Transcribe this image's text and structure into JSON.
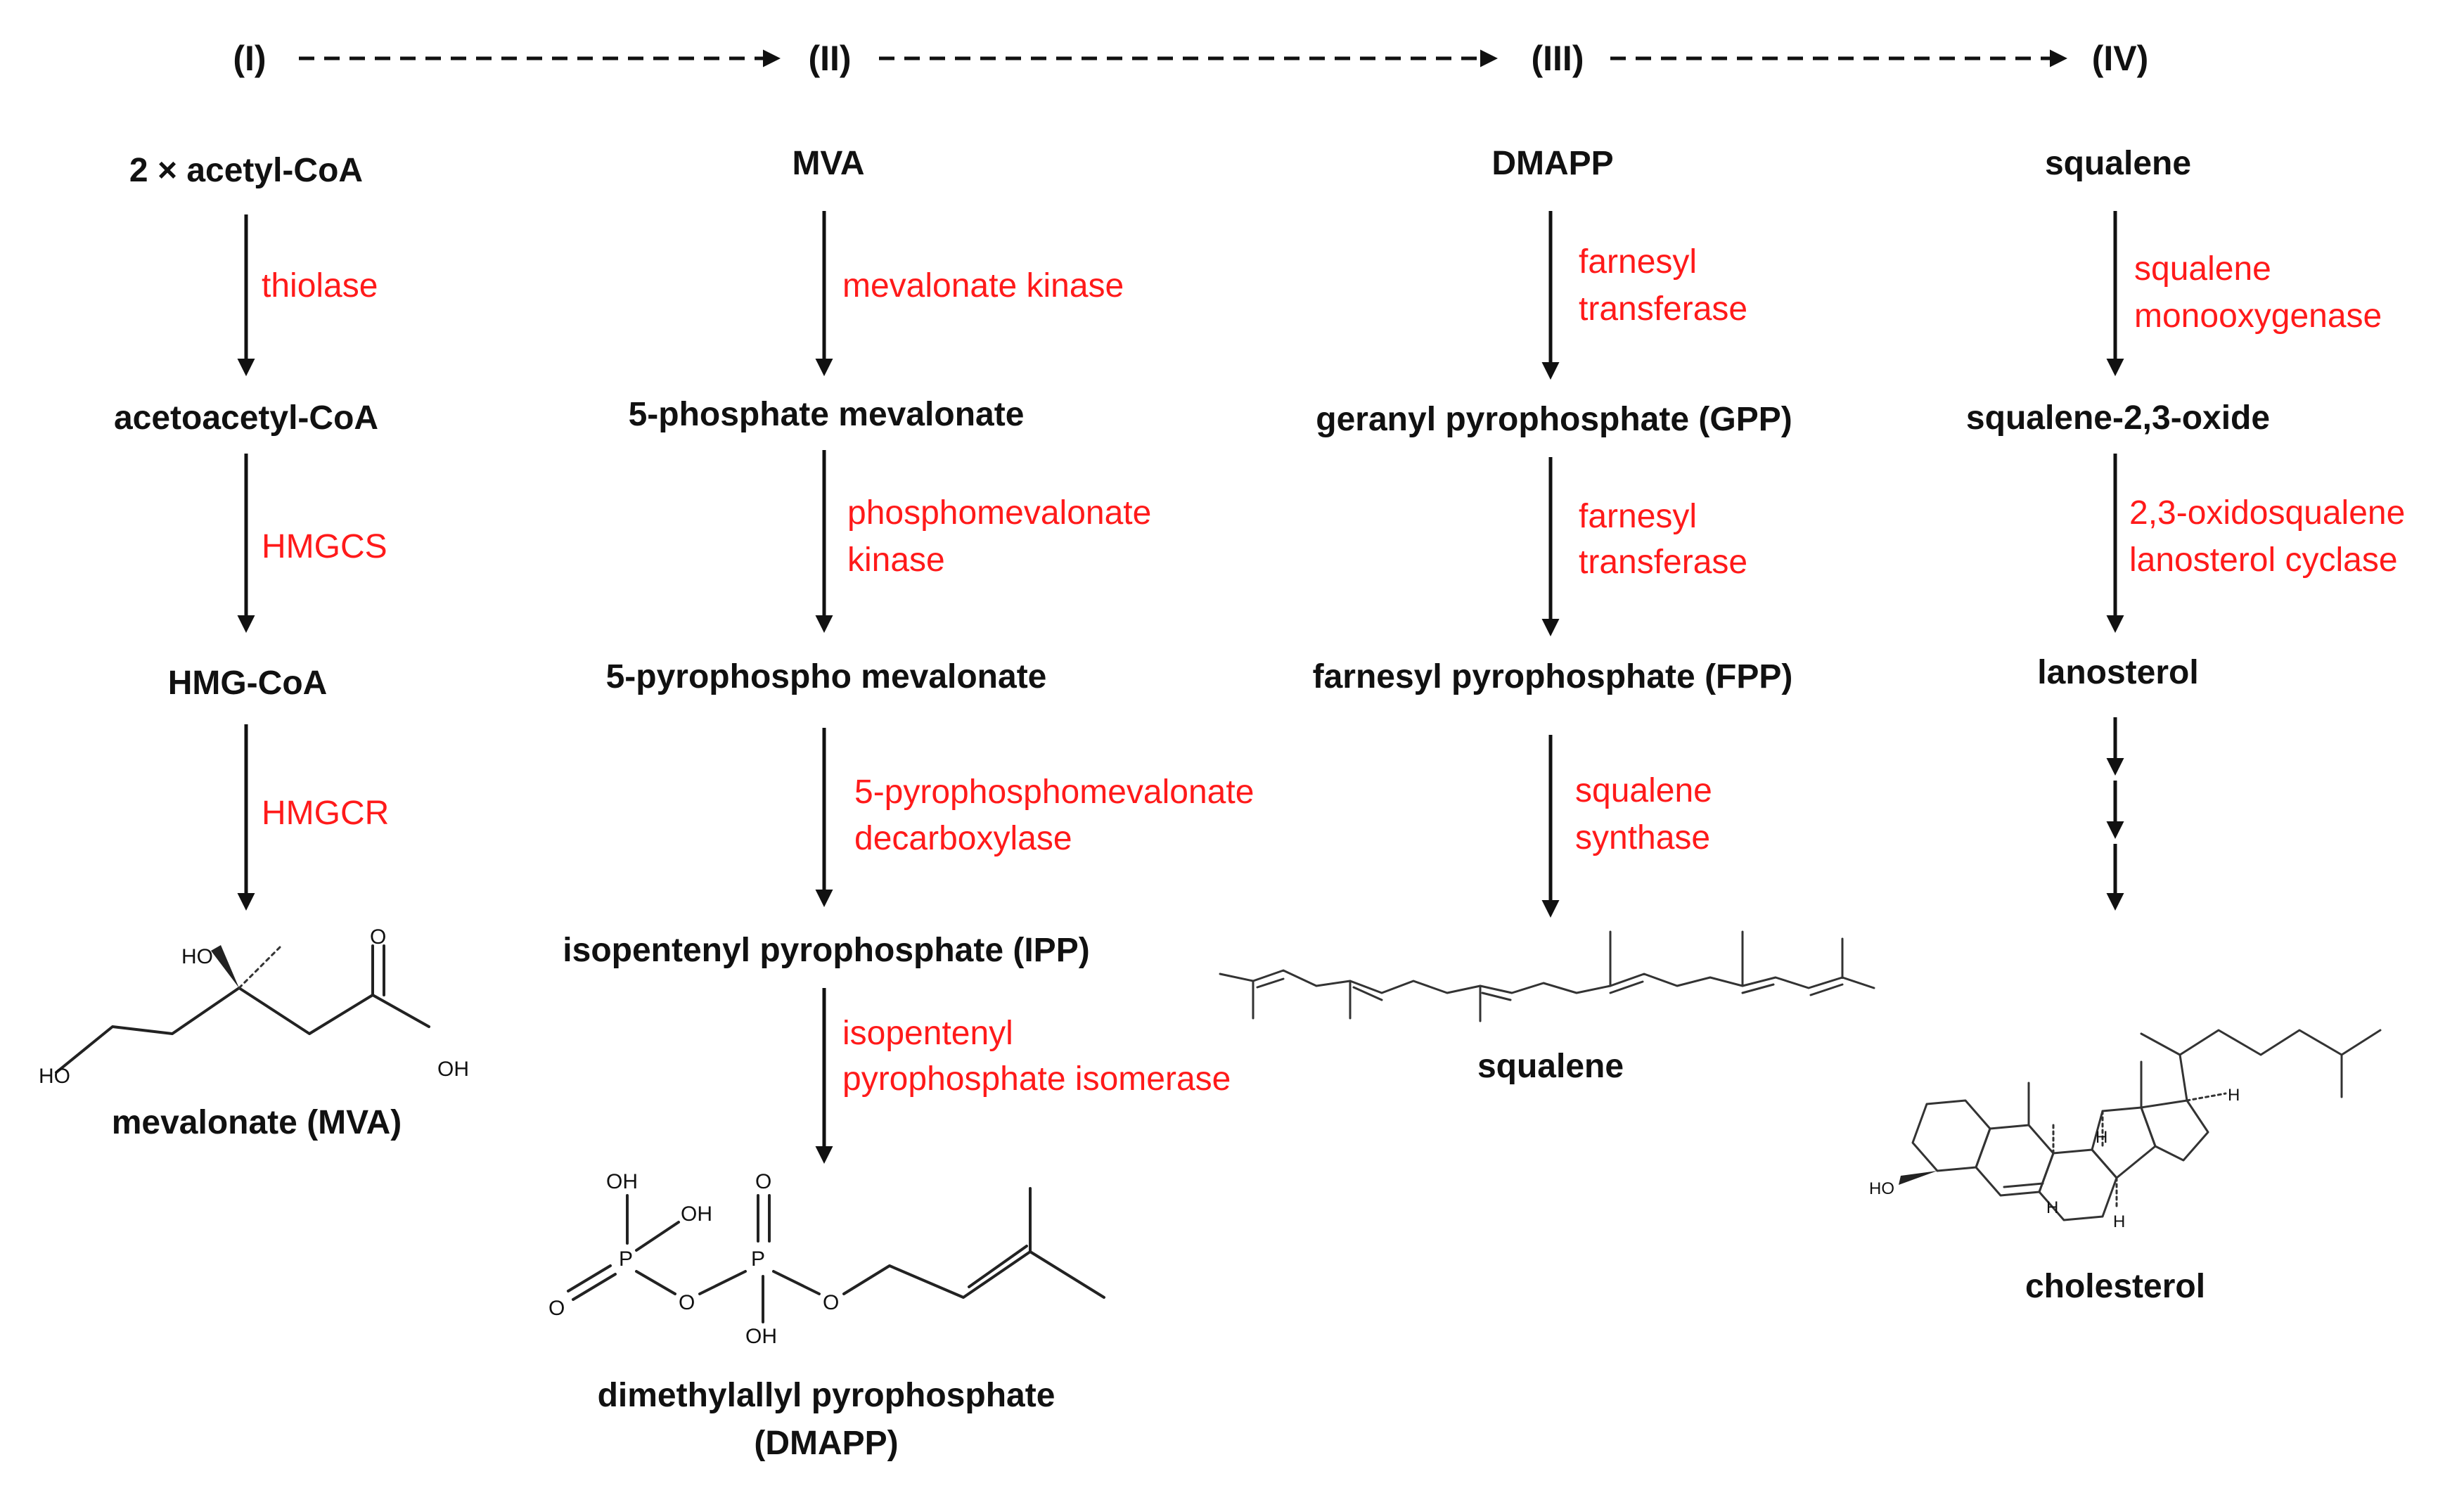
{
  "stages": {
    "s1": "(I)",
    "s2": "(II)",
    "s3": "(III)",
    "s4": "(IV)"
  },
  "col1": {
    "c1": "2 × acetyl-CoA",
    "e1": "thiolase",
    "c2": "acetoacetyl-CoA",
    "e2": "HMGCS",
    "c3": "HMG-CoA",
    "e3": "HMGCR",
    "c4": "mevalonate (MVA)"
  },
  "col2": {
    "c1": "MVA",
    "e1": "mevalonate kinase",
    "c2": "5-phosphate mevalonate",
    "e2a": "phosphomevalonate",
    "e2b": "kinase",
    "c3": "5-pyrophospho mevalonate",
    "e3a": "5-pyrophosphomevalonate",
    "e3b": "decarboxylase",
    "c4": "isopentenyl pyrophosphate (IPP)",
    "e4a": "isopentenyl",
    "e4b": "pyrophosphate isomerase",
    "c5a": "dimethylallyl pyrophosphate",
    "c5b": "(DMAPP)"
  },
  "col3": {
    "c1": "DMAPP",
    "e1a": "farnesyl",
    "e1b": "transferase",
    "c2": "geranyl pyrophosphate (GPP)",
    "e2a": "farnesyl",
    "e2b": "transferase",
    "c3": "farnesyl pyrophosphate (FPP)",
    "e3a": "squalene",
    "e3b": "synthase",
    "c4": "squalene"
  },
  "col4": {
    "c1": "squalene",
    "e1a": "squalene",
    "e1b": "monooxygenase",
    "c2": "squalene-2,3-oxide",
    "e2a": "2,3-oxidosqualene",
    "e2b": "lanosterol cyclase",
    "c3": "lanosterol",
    "c4": "cholesterol"
  },
  "atoms": {
    "ho": "HO",
    "oh": "OH",
    "o": "O",
    "p": "P",
    "h": "H"
  },
  "colors": {
    "enzyme": "#ff1a1a",
    "compound": "#111111"
  }
}
